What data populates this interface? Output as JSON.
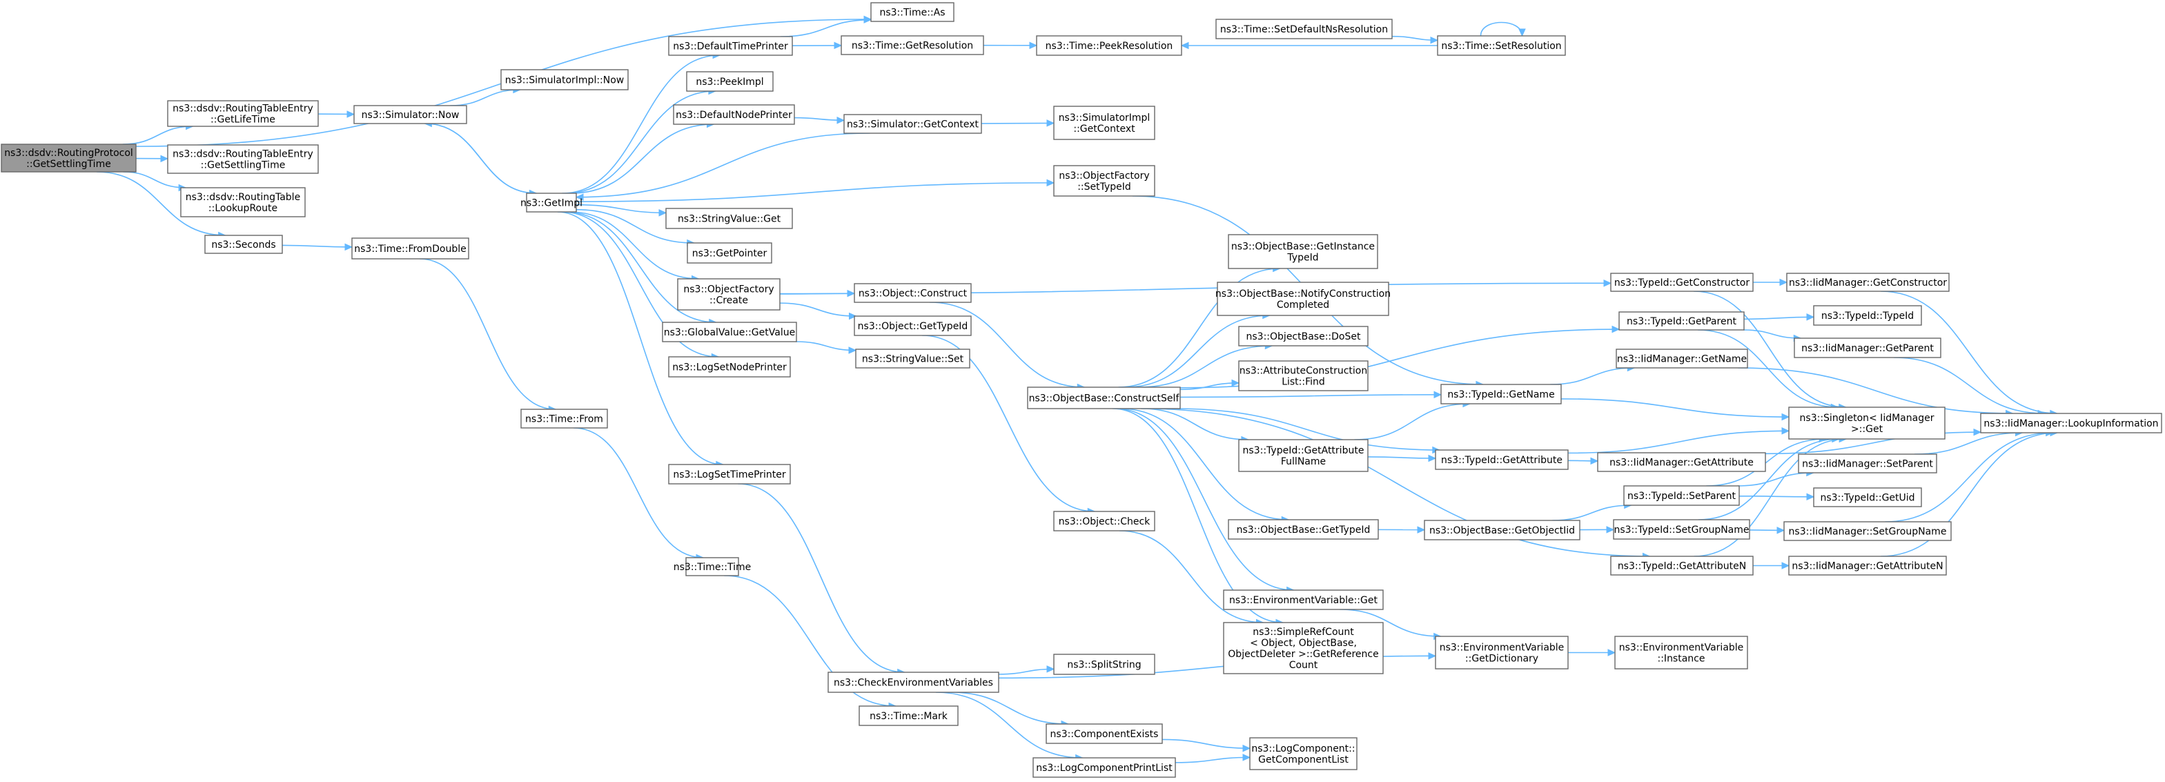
{
  "colors": {
    "edge": "#63b8ff",
    "node_border": "#666666",
    "root_fill": "#999999",
    "node_fill": "#ffffff"
  },
  "nodes": [
    {
      "id": "root",
      "lines": [
        "ns3::dsdv::RoutingProtocol",
        "::GetSettlingTime"
      ],
      "root": true
    },
    {
      "id": "rte_lifetime",
      "lines": [
        "ns3::dsdv::RoutingTableEntry",
        "::GetLifeTime"
      ]
    },
    {
      "id": "rte_settling",
      "lines": [
        "ns3::dsdv::RoutingTableEntry",
        "::GetSettlingTime"
      ]
    },
    {
      "id": "rt_lookup",
      "lines": [
        "ns3::dsdv::RoutingTable",
        "::LookupRoute"
      ]
    },
    {
      "id": "seconds",
      "lines": [
        "ns3::Seconds"
      ]
    },
    {
      "id": "sim_now",
      "lines": [
        "ns3::Simulator::Now"
      ]
    },
    {
      "id": "simimpl_now",
      "lines": [
        "ns3::SimulatorImpl::Now"
      ]
    },
    {
      "id": "getimpl",
      "lines": [
        "ns3::GetImpl"
      ]
    },
    {
      "id": "time_fromdouble",
      "lines": [
        "ns3::Time::FromDouble"
      ]
    },
    {
      "id": "time_from",
      "lines": [
        "ns3::Time::From"
      ]
    },
    {
      "id": "time_time",
      "lines": [
        "ns3::Time::Time"
      ]
    },
    {
      "id": "time_mark",
      "lines": [
        "ns3::Time::Mark"
      ]
    },
    {
      "id": "time_as",
      "lines": [
        "ns3::Time::As"
      ]
    },
    {
      "id": "deftimeprinter",
      "lines": [
        "ns3::DefaultTimePrinter"
      ]
    },
    {
      "id": "peekimpl",
      "lines": [
        "ns3::PeekImpl"
      ]
    },
    {
      "id": "defnodeprinter",
      "lines": [
        "ns3::DefaultNodePrinter"
      ]
    },
    {
      "id": "strval_get",
      "lines": [
        "ns3::StringValue::Get"
      ]
    },
    {
      "id": "getpointer",
      "lines": [
        "ns3::GetPointer"
      ]
    },
    {
      "id": "objfactory_create",
      "lines": [
        "ns3::ObjectFactory",
        "::Create"
      ]
    },
    {
      "id": "globalvalue_getvalue",
      "lines": [
        "ns3::GlobalValue::GetValue"
      ]
    },
    {
      "id": "logsetnodeprinter",
      "lines": [
        "ns3::LogSetNodePrinter"
      ]
    },
    {
      "id": "logsettimeprinter",
      "lines": [
        "ns3::LogSetTimePrinter"
      ]
    },
    {
      "id": "time_getresolution",
      "lines": [
        "ns3::Time::GetResolution"
      ]
    },
    {
      "id": "time_peekresolution",
      "lines": [
        "ns3::Time::PeekResolution"
      ]
    },
    {
      "id": "time_setdefaultns",
      "lines": [
        "ns3::Time::SetDefaultNsResolution"
      ]
    },
    {
      "id": "time_setresolution",
      "lines": [
        "ns3::Time::SetResolution"
      ]
    },
    {
      "id": "sim_getcontext",
      "lines": [
        "ns3::Simulator::GetContext"
      ]
    },
    {
      "id": "simimpl_getcontext",
      "lines": [
        "ns3::SimulatorImpl",
        "::GetContext"
      ]
    },
    {
      "id": "objfactory_settypeid",
      "lines": [
        "ns3::ObjectFactory",
        "::SetTypeId"
      ]
    },
    {
      "id": "object_construct",
      "lines": [
        "ns3::Object::Construct"
      ]
    },
    {
      "id": "object_gettypeid",
      "lines": [
        "ns3::Object::GetTypeId"
      ]
    },
    {
      "id": "strval_set",
      "lines": [
        "ns3::StringValue::Set"
      ]
    },
    {
      "id": "object_check",
      "lines": [
        "ns3::Object::Check"
      ]
    },
    {
      "id": "checkenv",
      "lines": [
        "ns3::CheckEnvironmentVariables"
      ]
    },
    {
      "id": "splitstring",
      "lines": [
        "ns3::SplitString"
      ]
    },
    {
      "id": "componentexists",
      "lines": [
        "ns3::ComponentExists"
      ]
    },
    {
      "id": "logcomponentprintlist",
      "lines": [
        "ns3::LogComponentPrintList"
      ]
    },
    {
      "id": "objbase_constructself",
      "lines": [
        "ns3::ObjectBase::ConstructSelf"
      ]
    },
    {
      "id": "objbase_getinstancetypeid",
      "lines": [
        "ns3::ObjectBase::GetInstance",
        "TypeId"
      ]
    },
    {
      "id": "objbase_notify",
      "lines": [
        "ns3::ObjectBase::NotifyConstruction",
        "Completed"
      ]
    },
    {
      "id": "objbase_doset",
      "lines": [
        "ns3::ObjectBase::DoSet"
      ]
    },
    {
      "id": "attrconstr_find",
      "lines": [
        "ns3::AttributeConstruction",
        "List::Find"
      ]
    },
    {
      "id": "typeid_getattrfullname",
      "lines": [
        "ns3::TypeId::GetAttribute",
        "FullName"
      ]
    },
    {
      "id": "objbase_gettypeid",
      "lines": [
        "ns3::ObjectBase::GetTypeId"
      ]
    },
    {
      "id": "envvar_get",
      "lines": [
        "ns3::EnvironmentVariable::Get"
      ]
    },
    {
      "id": "simplerefcount",
      "lines": [
        "ns3::SimpleRefCount",
        "< Object, ObjectBase,",
        "ObjectDeleter >::GetReference",
        "Count"
      ]
    },
    {
      "id": "logcomp_getcomplist",
      "lines": [
        "ns3::LogComponent::",
        "GetComponentList"
      ]
    },
    {
      "id": "typeid_getname",
      "lines": [
        "ns3::TypeId::GetName"
      ]
    },
    {
      "id": "typeid_getattribute",
      "lines": [
        "ns3::TypeId::GetAttribute"
      ]
    },
    {
      "id": "objbase_getobjectiid",
      "lines": [
        "ns3::ObjectBase::GetObjectIid"
      ]
    },
    {
      "id": "envvar_getdict",
      "lines": [
        "ns3::EnvironmentVariable",
        "::GetDictionary"
      ]
    },
    {
      "id": "envvar_instance",
      "lines": [
        "ns3::EnvironmentVariable",
        "::Instance"
      ]
    },
    {
      "id": "typeid_getconstructor",
      "lines": [
        "ns3::TypeId::GetConstructor"
      ]
    },
    {
      "id": "typeid_getparent",
      "lines": [
        "ns3::TypeId::GetParent"
      ]
    },
    {
      "id": "iidmgr_getname",
      "lines": [
        "ns3::IidManager::GetName"
      ]
    },
    {
      "id": "iidmgr_getattribute",
      "lines": [
        "ns3::IidManager::GetAttribute"
      ]
    },
    {
      "id": "typeid_setparent",
      "lines": [
        "ns3::TypeId::SetParent"
      ]
    },
    {
      "id": "typeid_setgroupname",
      "lines": [
        "ns3::TypeId::SetGroupName"
      ]
    },
    {
      "id": "typeid_getattributen",
      "lines": [
        "ns3::TypeId::GetAttributeN"
      ]
    },
    {
      "id": "iidmgr_getconstructor",
      "lines": [
        "ns3::IidManager::GetConstructor"
      ]
    },
    {
      "id": "typeid_typeid",
      "lines": [
        "ns3::TypeId::TypeId"
      ]
    },
    {
      "id": "iidmgr_getparent",
      "lines": [
        "ns3::IidManager::GetParent"
      ]
    },
    {
      "id": "singleton_get",
      "lines": [
        "ns3::Singleton< IidManager",
        ">::Get"
      ]
    },
    {
      "id": "iidmgr_setparent",
      "lines": [
        "ns3::IidManager::SetParent"
      ]
    },
    {
      "id": "typeid_getuid",
      "lines": [
        "ns3::TypeId::GetUid"
      ]
    },
    {
      "id": "iidmgr_setgroupname",
      "lines": [
        "ns3::IidManager::SetGroupName"
      ]
    },
    {
      "id": "iidmgr_getattributen",
      "lines": [
        "ns3::IidManager::GetAttributeN"
      ]
    },
    {
      "id": "iidmgr_lookupinfo",
      "lines": [
        "ns3::IidManager::LookupInformation"
      ]
    }
  ],
  "edges": [
    [
      "root",
      "time_as"
    ],
    [
      "root",
      "rte_lifetime"
    ],
    [
      "root",
      "rte_settling"
    ],
    [
      "root",
      "rt_lookup"
    ],
    [
      "root",
      "seconds"
    ],
    [
      "rte_lifetime",
      "sim_now"
    ],
    [
      "sim_now",
      "simimpl_now"
    ],
    [
      "sim_now",
      "getimpl"
    ],
    [
      "seconds",
      "time_fromdouble"
    ],
    [
      "time_fromdouble",
      "time_from"
    ],
    [
      "time_from",
      "time_time"
    ],
    [
      "time_time",
      "time_mark"
    ],
    [
      "getimpl",
      "sim_now"
    ],
    [
      "getimpl",
      "deftimeprinter"
    ],
    [
      "getimpl",
      "peekimpl"
    ],
    [
      "getimpl",
      "defnodeprinter"
    ],
    [
      "getimpl",
      "objfactory_settypeid"
    ],
    [
      "getimpl",
      "strval_get"
    ],
    [
      "getimpl",
      "getpointer"
    ],
    [
      "getimpl",
      "objfactory_create"
    ],
    [
      "getimpl",
      "globalvalue_getvalue"
    ],
    [
      "getimpl",
      "logsetnodeprinter"
    ],
    [
      "getimpl",
      "logsettimeprinter"
    ],
    [
      "deftimeprinter",
      "time_as"
    ],
    [
      "deftimeprinter",
      "time_getresolution"
    ],
    [
      "time_getresolution",
      "time_peekresolution"
    ],
    [
      "time_setdefaultns",
      "time_setresolution"
    ],
    [
      "time_setresolution",
      "time_peekresolution"
    ],
    [
      "time_setresolution",
      "time_setresolution"
    ],
    [
      "defnodeprinter",
      "sim_getcontext"
    ],
    [
      "sim_getcontext",
      "simimpl_getcontext"
    ],
    [
      "sim_getcontext",
      "getimpl"
    ],
    [
      "objfactory_create",
      "object_construct"
    ],
    [
      "objfactory_create",
      "object_gettypeid"
    ],
    [
      "objfactory_create",
      "typeid_getconstructor"
    ],
    [
      "object_construct",
      "objbase_constructself"
    ],
    [
      "object_gettypeid",
      "object_check"
    ],
    [
      "globalvalue_getvalue",
      "strval_set"
    ],
    [
      "logsettimeprinter",
      "checkenv"
    ],
    [
      "object_check",
      "simplerefcount"
    ],
    [
      "checkenv",
      "splitstring"
    ],
    [
      "checkenv",
      "componentexists"
    ],
    [
      "checkenv",
      "logcomponentprintlist"
    ],
    [
      "checkenv",
      "envvar_getdict"
    ],
    [
      "componentexists",
      "logcomp_getcomplist"
    ],
    [
      "logcomponentprintlist",
      "logcomp_getcomplist"
    ],
    [
      "objfactory_settypeid",
      "typeid_getname"
    ],
    [
      "objbase_constructself",
      "objbase_getinstancetypeid"
    ],
    [
      "objbase_constructself",
      "objbase_notify"
    ],
    [
      "objbase_constructself",
      "objbase_doset"
    ],
    [
      "objbase_constructself",
      "attrconstr_find"
    ],
    [
      "objbase_constructself",
      "typeid_getname"
    ],
    [
      "objbase_constructself",
      "typeid_getattrfullname"
    ],
    [
      "objbase_constructself",
      "typeid_getattribute"
    ],
    [
      "objbase_constructself",
      "objbase_gettypeid"
    ],
    [
      "objbase_constructself",
      "envvar_get"
    ],
    [
      "objbase_constructself",
      "simplerefcount"
    ],
    [
      "objbase_constructself",
      "typeid_getparent"
    ],
    [
      "objbase_constructself",
      "typeid_getattributen"
    ],
    [
      "typeid_getattrfullname",
      "typeid_getname"
    ],
    [
      "typeid_getattrfullname",
      "typeid_getattribute"
    ],
    [
      "objbase_gettypeid",
      "objbase_getobjectiid"
    ],
    [
      "envvar_get",
      "envvar_getdict"
    ],
    [
      "objbase_getobjectiid",
      "typeid_setparent"
    ],
    [
      "objbase_getobjectiid",
      "typeid_setgroupname"
    ],
    [
      "typeid_getname",
      "iidmgr_getname"
    ],
    [
      "typeid_getname",
      "singleton_get"
    ],
    [
      "typeid_getattribute",
      "iidmgr_getattribute"
    ],
    [
      "typeid_getattribute",
      "singleton_get"
    ],
    [
      "envvar_getdict",
      "envvar_instance"
    ],
    [
      "typeid_getconstructor",
      "iidmgr_getconstructor"
    ],
    [
      "typeid_getconstructor",
      "singleton_get"
    ],
    [
      "typeid_getparent",
      "typeid_typeid"
    ],
    [
      "typeid_getparent",
      "iidmgr_getparent"
    ],
    [
      "typeid_getparent",
      "singleton_get"
    ],
    [
      "typeid_setparent",
      "iidmgr_setparent"
    ],
    [
      "typeid_setparent",
      "typeid_getuid"
    ],
    [
      "typeid_setparent",
      "singleton_get"
    ],
    [
      "typeid_setgroupname",
      "iidmgr_setgroupname"
    ],
    [
      "typeid_setgroupname",
      "singleton_get"
    ],
    [
      "typeid_getattributen",
      "iidmgr_getattributen"
    ],
    [
      "typeid_getattributen",
      "singleton_get"
    ],
    [
      "iidmgr_getname",
      "iidmgr_lookupinfo"
    ],
    [
      "iidmgr_getconstructor",
      "iidmgr_lookupinfo"
    ],
    [
      "iidmgr_getparent",
      "iidmgr_lookupinfo"
    ],
    [
      "iidmgr_setparent",
      "iidmgr_lookupinfo"
    ],
    [
      "iidmgr_setgroupname",
      "iidmgr_lookupinfo"
    ],
    [
      "iidmgr_getattributen",
      "iidmgr_lookupinfo"
    ],
    [
      "iidmgr_getattribute",
      "iidmgr_lookupinfo"
    ]
  ]
}
